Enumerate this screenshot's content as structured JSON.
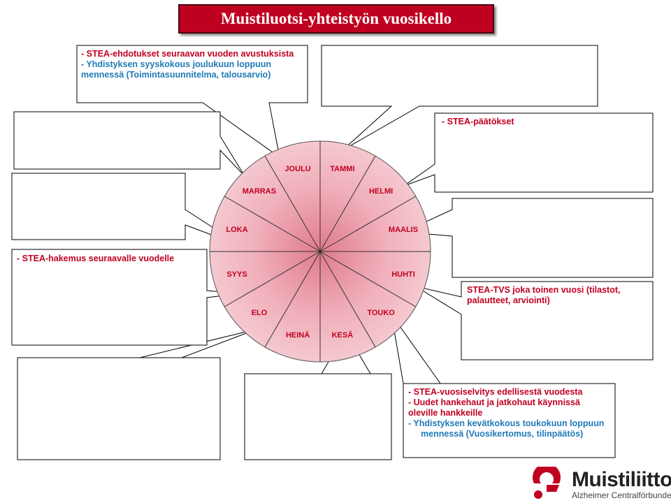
{
  "title": "Muistiluotsi-yhteistyön vuosikello",
  "months": [
    "TAMMI",
    "HELMI",
    "MAALIS",
    "HUHTI",
    "TOUKO",
    "KESÄ",
    "HEINÄ",
    "ELO",
    "SYYS",
    "LOKA",
    "MARRAS",
    "JOULU"
  ],
  "callouts": {
    "joulu": [
      {
        "text": "- STEA-ehdotukset seuraavan vuoden avustuksista",
        "color": "red"
      },
      {
        "text": "- Yhdistyksen syyskokous joulukuun loppuun mennessä (Toimintasuunnitelma, talousarvio)",
        "color": "blue"
      }
    ],
    "helmi": [
      {
        "text": "- STEA-päätökset",
        "color": "red"
      }
    ],
    "huhti": [
      {
        "text": "STEA-TVS joka toinen vuosi (tilastot, palautteet, arviointi)",
        "color": "red"
      }
    ],
    "touko": [
      {
        "text": "- STEA-vuosiselvitys edellisestä vuodesta",
        "color": "red"
      },
      {
        "text": "- Uudet hankehaut ja jatkohaut käynnissä oleville hankkeille",
        "color": "red"
      },
      {
        "text": "- Yhdistyksen kevätkokous toukokuun loppuun mennessä (Vuosikertomus, tilinpäätös)",
        "color": "blue"
      }
    ],
    "syys": [
      {
        "text": "- STEA-hakemus seuraavalle vuodelle",
        "color": "red"
      }
    ]
  },
  "colors": {
    "accent": "#c00020",
    "blue_text": "#1f7ab8",
    "wheel_center": "#e88a98",
    "wheel_edge": "#f7d0d6"
  },
  "logo": {
    "name": "Muistiliitto",
    "subtitle": "Alzheimer Centralförbundet"
  }
}
